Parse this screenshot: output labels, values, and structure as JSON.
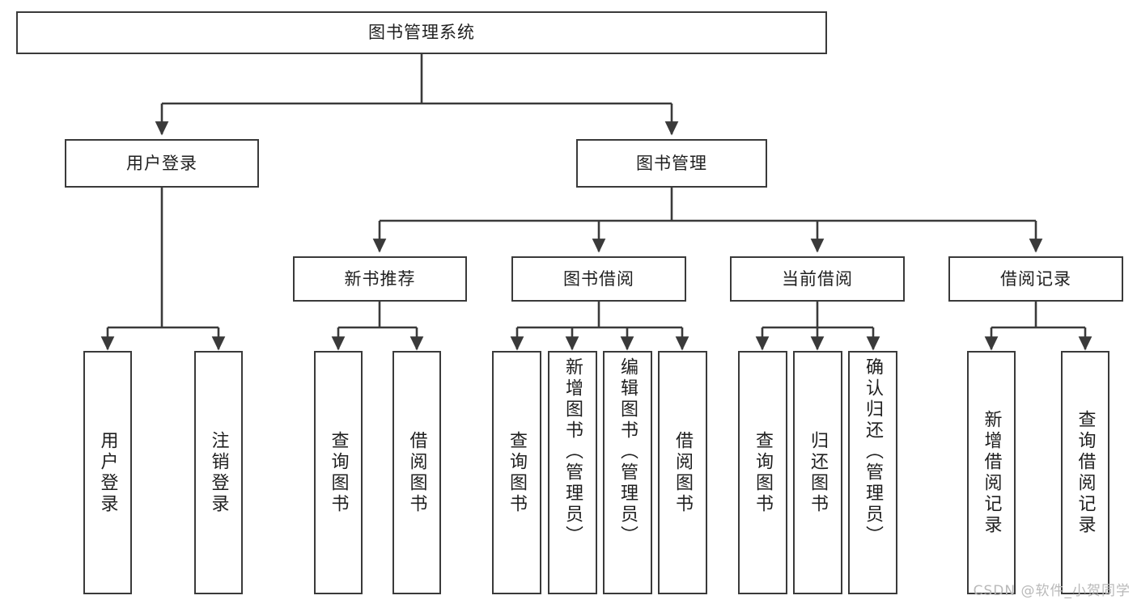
{
  "diagram": {
    "title": "图书管理系统",
    "watermark": "CSDN @软件_小贺同学",
    "line_color": "#3a3a3a",
    "box_border_color": "#3a3a3a",
    "text_color": "#1f1f1f",
    "background": "#ffffff",
    "root": {
      "label": "图书管理系统"
    },
    "level2": [
      {
        "label": "用户登录"
      },
      {
        "label": "图书管理"
      }
    ],
    "level3": [
      {
        "label": "新书推荐"
      },
      {
        "label": "图书借阅"
      },
      {
        "label": "当前借阅"
      },
      {
        "label": "借阅记录"
      }
    ],
    "leaves": {
      "user_login": [
        {
          "label": "用户登录"
        },
        {
          "label": "注销登录"
        }
      ],
      "new_book_recommend": [
        {
          "label": "查询图书"
        },
        {
          "label": "借阅图书"
        }
      ],
      "book_borrow": [
        {
          "label": "查询图书"
        },
        {
          "label": "新增图书（管理员）"
        },
        {
          "label": "编辑图书（管理员）"
        },
        {
          "label": "借阅图书"
        }
      ],
      "current_borrow": [
        {
          "label": "查询图书"
        },
        {
          "label": "归还图书"
        },
        {
          "label": "确认归还（管理员）"
        }
      ],
      "borrow_record": [
        {
          "label": "新增借阅记录"
        },
        {
          "label": "查询借阅记录"
        }
      ]
    }
  }
}
